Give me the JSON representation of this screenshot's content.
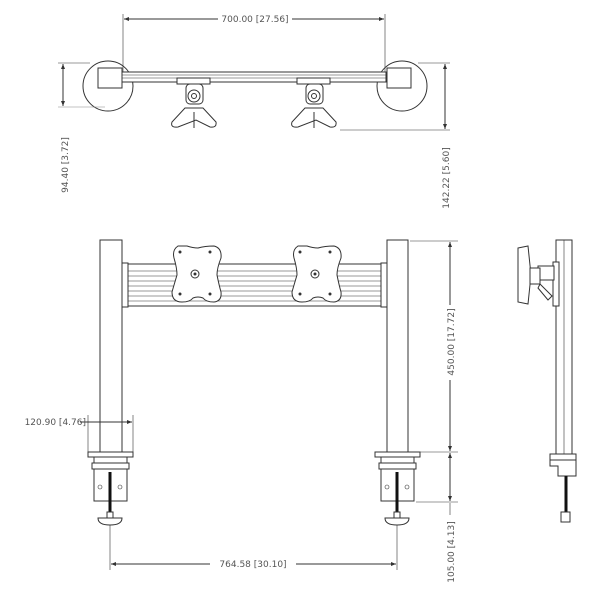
{
  "title": "Dual monitor desk mount drawing",
  "views": [
    "top",
    "front",
    "side"
  ],
  "dimensions": {
    "top_width": "700.00 [27.56]",
    "top_depth_left": "94.40 [3.72]",
    "top_depth_right": "142.22 [5.60]",
    "post_height": "450.00 [17.72]",
    "clamp_height": "105.00 [4.13]",
    "flange_width": "120.90 [4.76]",
    "post_spacing": "764.58 [30.10]"
  }
}
